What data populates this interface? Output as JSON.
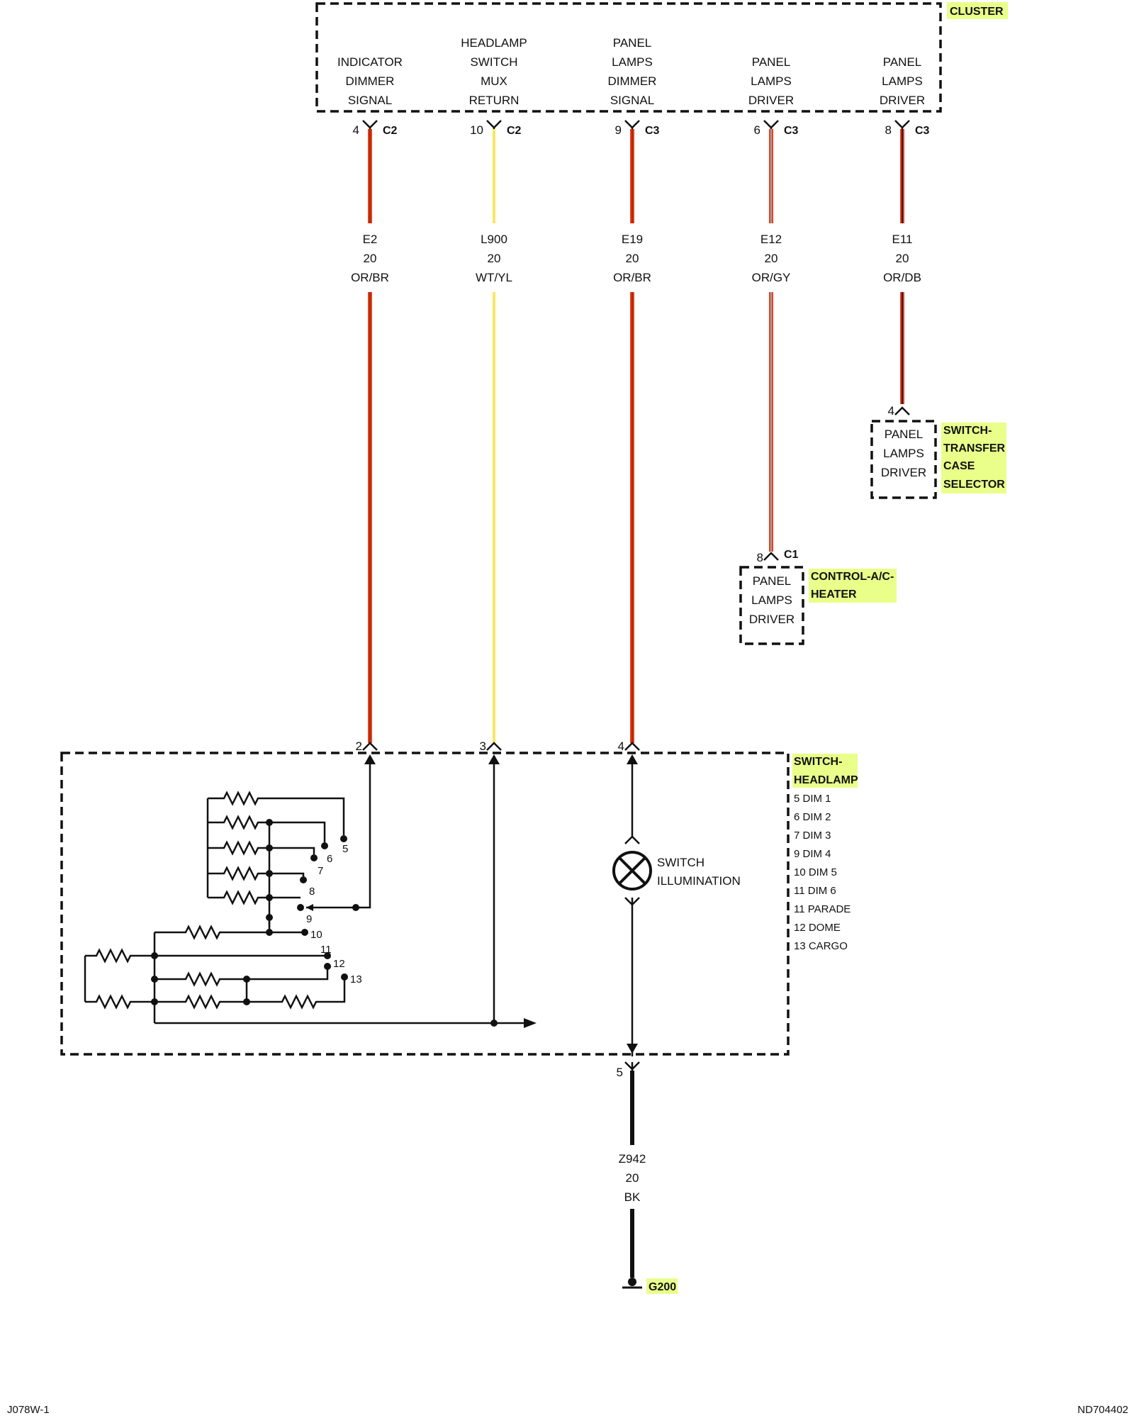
{
  "cluster": {
    "name": "CLUSTER",
    "highlight": "#e9ff8a",
    "pins": [
      {
        "label": [
          "INDICATOR",
          "DIMMER",
          "SIGNAL"
        ],
        "pin": "4",
        "conn": "C2",
        "wire": {
          "circuit": "E2",
          "gauge": "20",
          "color": "OR/BR",
          "base": "#e8401c",
          "stripe": "#9a2a0a"
        }
      },
      {
        "label": [
          "HEADLAMP",
          "SWITCH",
          "MUX",
          "RETURN"
        ],
        "pin": "10",
        "conn": "C2",
        "wire": {
          "circuit": "L900",
          "gauge": "20",
          "color": "WT/YL",
          "base": "#fff6b0",
          "stripe": "#f2de55"
        }
      },
      {
        "label": [
          "PANEL",
          "LAMPS",
          "DIMMER",
          "SIGNAL"
        ],
        "pin": "9",
        "conn": "C3",
        "wire": {
          "circuit": "E19",
          "gauge": "20",
          "color": "OR/BR",
          "base": "#e8401c",
          "stripe": "#9a2a0a"
        }
      },
      {
        "label": [
          "PANEL",
          "LAMPS",
          "DRIVER"
        ],
        "pin": "6",
        "conn": "C3",
        "wire": {
          "circuit": "E12",
          "gauge": "20",
          "color": "OR/GY",
          "base": "#e8401c",
          "stripe": "#a0a0a0"
        }
      },
      {
        "label": [
          "PANEL",
          "LAMPS",
          "DRIVER"
        ],
        "pin": "8",
        "conn": "C3",
        "wire": {
          "circuit": "E11",
          "gauge": "20",
          "color": "OR/DB",
          "base": "#e8401c",
          "stripe": "#1e1e3a"
        }
      }
    ]
  },
  "transfer_case": {
    "name": [
      "SWITCH-",
      "TRANSFER",
      "CASE",
      "SELECTOR"
    ],
    "pin": "4",
    "label": [
      "PANEL",
      "LAMPS",
      "DRIVER"
    ]
  },
  "hvac_control": {
    "name": [
      "CONTROL-A/C-",
      "HEATER"
    ],
    "pin": "8",
    "conn": "C1",
    "label": [
      "PANEL",
      "LAMPS",
      "DRIVER"
    ]
  },
  "headlamp_switch": {
    "name": [
      "SWITCH-",
      "HEADLAMP"
    ],
    "in_pins": [
      "2",
      "3",
      "4"
    ],
    "out_pin": "5",
    "illumination": [
      "SWITCH",
      "ILLUMINATION"
    ],
    "positions": [
      "5 DIM 1",
      "6 DIM 2",
      "7 DIM 3",
      "9 DIM 4",
      "10 DIM 5",
      "11 DIM 6",
      "11 PARADE",
      "12 DOME",
      "13 CARGO"
    ],
    "contacts": [
      "5",
      "6",
      "7",
      "8",
      "9",
      "10",
      "11",
      "12",
      "13"
    ]
  },
  "ground_wire": {
    "circuit": "Z942",
    "gauge": "20",
    "color": "BK",
    "base": "#111111"
  },
  "ground": "G200",
  "footer": {
    "left": "J078W-1",
    "right": "ND704402"
  }
}
